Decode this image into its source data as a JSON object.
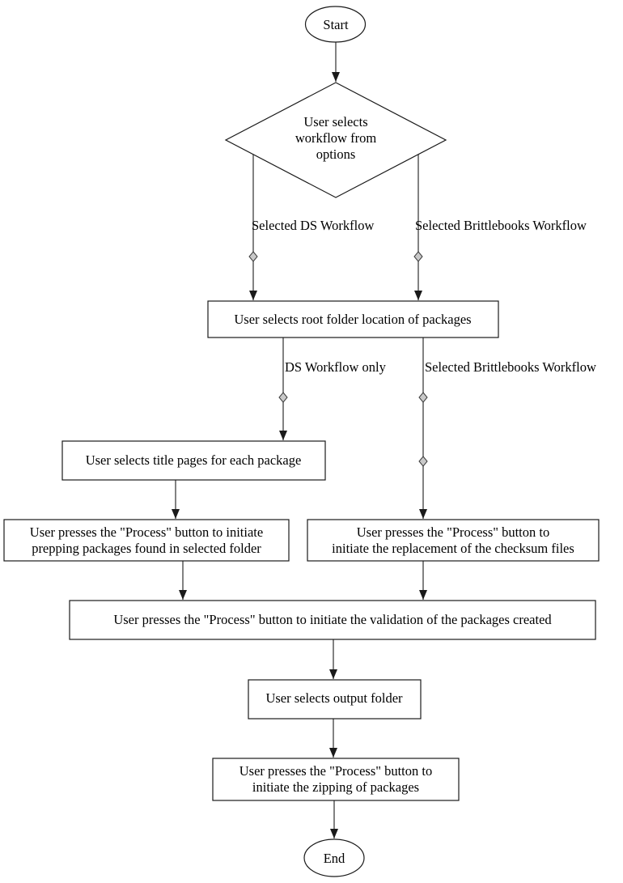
{
  "diagram": {
    "type": "flowchart",
    "background": "#ffffff",
    "colors": {
      "node_stroke": "#1a1a1a",
      "edge_stroke": "#3f3f3f",
      "text": "#000000",
      "edge_marker_fill": "#c9c9c9"
    },
    "nodes": {
      "start": {
        "shape": "ellipse",
        "label": "Start"
      },
      "decision": {
        "shape": "diamond",
        "lines": [
          "User selects",
          "workflow from",
          "options"
        ]
      },
      "root_folder": {
        "shape": "rect",
        "label": "User selects root folder location of packages"
      },
      "title_pages": {
        "shape": "rect",
        "label": "User selects title pages for each package"
      },
      "prep_packages": {
        "shape": "rect",
        "lines": [
          "User presses the \"Process\" button to initiate",
          "prepping packages found in selected folder"
        ]
      },
      "replace_checksums": {
        "shape": "rect",
        "lines": [
          "User presses the \"Process\" button to",
          "initiate the replacement of the checksum files"
        ]
      },
      "validate_packages": {
        "shape": "rect",
        "label": "User presses the \"Process\" button to initiate the validation of the packages created"
      },
      "output_folder": {
        "shape": "rect",
        "label": "User selects output folder"
      },
      "zip_packages": {
        "shape": "rect",
        "lines": [
          "User presses the \"Process\" button to",
          "initiate the zipping of packages"
        ]
      },
      "end": {
        "shape": "ellipse",
        "label": "End"
      }
    },
    "edge_labels": {
      "selected_ds_workflow": "Selected DS Workflow",
      "selected_brittlebooks_workflow_1": "Selected Brittlebooks Workflow",
      "ds_workflow_only": "DS Workflow only",
      "selected_brittlebooks_workflow_2": "Selected Brittlebooks Workflow"
    }
  }
}
